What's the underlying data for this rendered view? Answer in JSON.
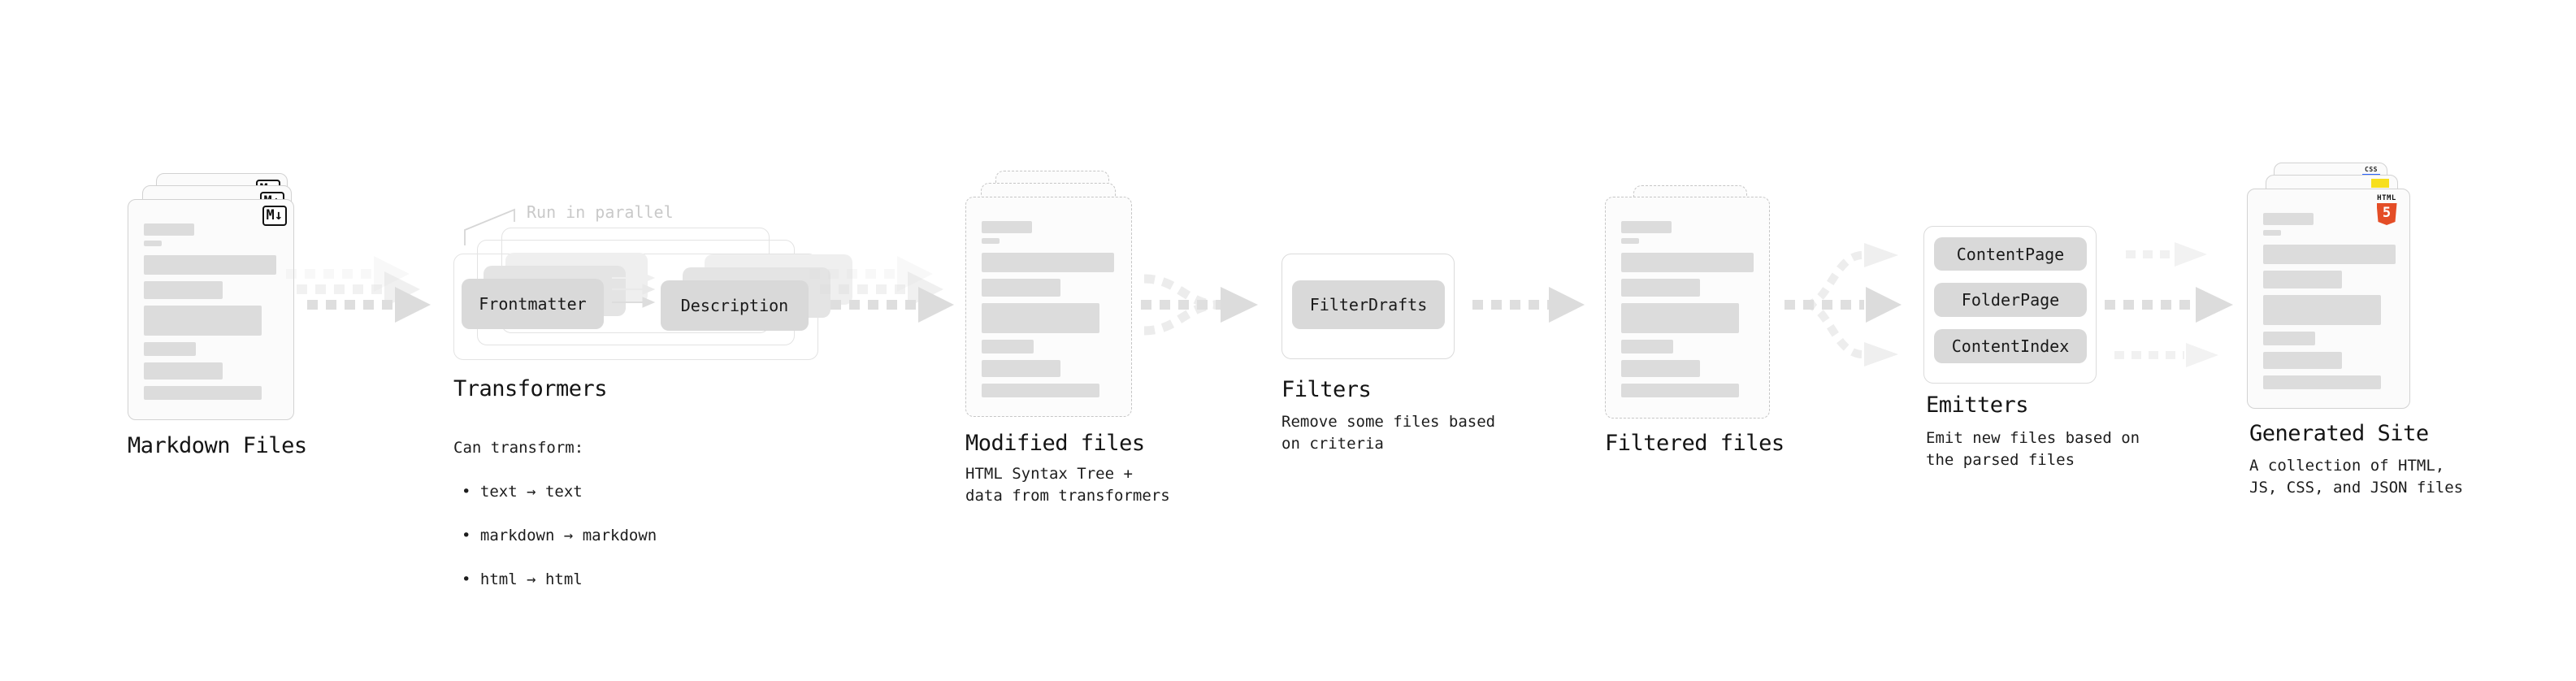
{
  "diagram": {
    "stages": {
      "markdown_files": {
        "title": "Markdown Files",
        "file_badge": "M↓"
      },
      "transformers": {
        "title": "Transformers",
        "annotation": "Run in parallel",
        "pill_left": "Frontmatter",
        "pill_right": "Description",
        "desc_heading": "Can transform:",
        "bullets": [
          "• text → text",
          "• markdown → markdown",
          "• html → html"
        ]
      },
      "modified_files": {
        "title": "Modified files",
        "subtitle": "HTML Syntax Tree +\ndata from transformers"
      },
      "filters": {
        "title": "Filters",
        "pill": "FilterDrafts",
        "subtitle": "Remove some files based\non criteria"
      },
      "filtered_files": {
        "title": "Filtered files"
      },
      "emitters": {
        "title": "Emitters",
        "pills": [
          "ContentPage",
          "FolderPage",
          "ContentIndex"
        ],
        "subtitle": "Emit new files based on\nthe parsed files"
      },
      "generated_site": {
        "title": "Generated Site",
        "subtitle": "A collection of HTML,\nJS, CSS, and JSON files",
        "css_badge": "CSS",
        "html_badge_label": "HTML",
        "html_badge_number": "5"
      }
    },
    "colors": {
      "html5_orange": "#e44d26",
      "js_yellow": "#f7df1e",
      "css_blue": "#2962ff"
    }
  }
}
